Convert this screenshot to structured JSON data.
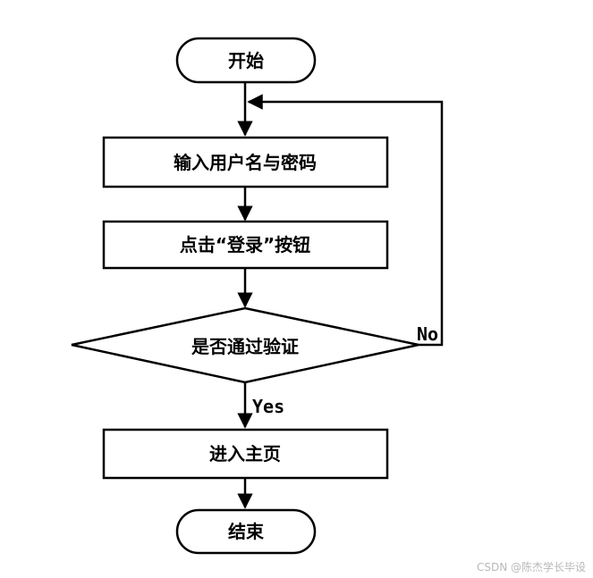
{
  "nodes": {
    "start": "开始",
    "input": "输入用户名与密码",
    "click_login": "点击“登录”按钮",
    "verify": "是否通过验证",
    "homepage": "进入主页",
    "end": "结束"
  },
  "edges": {
    "yes": "Yes",
    "no": "No"
  },
  "watermark": "CSDN @陈杰学长毕设"
}
